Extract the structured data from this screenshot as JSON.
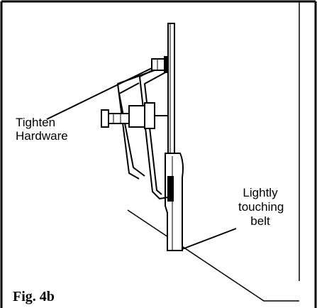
{
  "figure": {
    "caption": "Fig. 4b",
    "callouts": {
      "tighten_hardware": [
        "Tighten",
        "Hardware"
      ],
      "lightly_touching_belt": [
        "Lightly",
        "touching",
        "belt"
      ]
    }
  }
}
